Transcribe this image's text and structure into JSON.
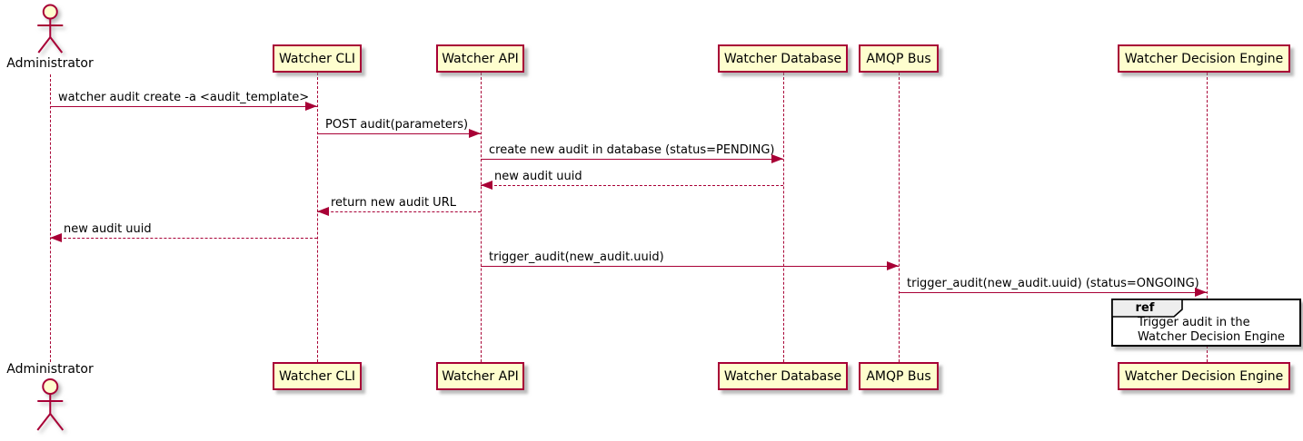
{
  "colors": {
    "accent": "#A80036",
    "participant_fill": "#FEFECE",
    "ref_header_fill": "#EEEEEE",
    "ref_border": "#000000",
    "background": "#FFFFFF",
    "text": "#000000"
  },
  "participants": [
    {
      "name": "Administrator",
      "type": "actor"
    },
    {
      "name": "Watcher CLI",
      "type": "participant"
    },
    {
      "name": "Watcher API",
      "type": "participant"
    },
    {
      "name": "Watcher Database",
      "type": "participant"
    },
    {
      "name": "AMQP Bus",
      "type": "participant"
    },
    {
      "name": "Watcher Decision Engine",
      "type": "participant"
    }
  ],
  "messages": [
    {
      "from": "Administrator",
      "to": "Watcher CLI",
      "label": "watcher audit create -a <audit_template>",
      "line": "solid"
    },
    {
      "from": "Watcher CLI",
      "to": "Watcher API",
      "label": "POST audit(parameters)",
      "line": "solid"
    },
    {
      "from": "Watcher API",
      "to": "Watcher Database",
      "label": "create new audit in database (status=PENDING)",
      "line": "solid"
    },
    {
      "from": "Watcher Database",
      "to": "Watcher API",
      "label": "new audit uuid",
      "line": "dashed"
    },
    {
      "from": "Watcher API",
      "to": "Watcher CLI",
      "label": "return new audit URL",
      "line": "dashed"
    },
    {
      "from": "Watcher CLI",
      "to": "Administrator",
      "label": "new audit uuid",
      "line": "dashed"
    },
    {
      "from": "Watcher API",
      "to": "AMQP Bus",
      "label": "trigger_audit(new_audit.uuid)",
      "line": "solid"
    },
    {
      "from": "AMQP Bus",
      "to": "Watcher Decision Engine",
      "label": "trigger_audit(new_audit.uuid) (status=ONGOING)",
      "line": "solid"
    }
  ],
  "ref": {
    "keyword": "ref",
    "line1": "Trigger audit in the",
    "line2": "Watcher Decision Engine"
  }
}
